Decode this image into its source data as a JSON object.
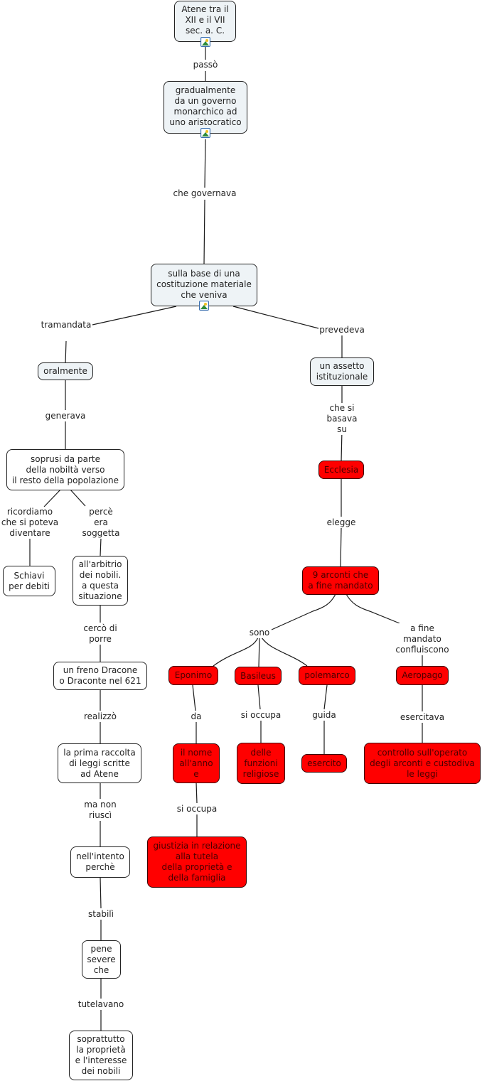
{
  "colors": {
    "concept_blue": "#eef3f6",
    "concept_white": "#ffffff",
    "concept_red": "#ff0000",
    "link_line": "#1a1a1a"
  },
  "nodes": {
    "atene": "Atene tra il\nXII e il VII\nsec. a. C.",
    "gradualmente": "gradualmente\nda un governo\nmonarchico ad\nuno aristocratico",
    "costituzione": "sulla base di una\ncostituzione materiale\nche veniva",
    "oralmente": "oralmente",
    "soprusi": "soprusi da parte\ndella nobiltà verso\nil resto della popolazione",
    "schiavi": "Schiavi\nper debiti",
    "arbitrio": "all'arbitrio\ndei nobili.\na questa\nsituazione",
    "freno": "un freno Dracone\no Draconte nel 621",
    "raccolta": "la prima raccolta\ndi leggi scritte\nad Atene",
    "intento": "nell'intento\nperchè",
    "pene": "pene\nsevere\nche",
    "soprattutto": "soprattutto\nla proprietà\ne l'interesse\ndei nobili",
    "assetto": "un assetto\nistituzionale",
    "ecclesia": "Ecclesia",
    "arconti": "9 arconti che\na fine mandato",
    "eponimo": "Eponimo",
    "basileus": "Basileus",
    "polemarco": "polemarco",
    "aeropago": "Aeropago",
    "nome_anno": "il nome\nall'anno\ne",
    "funzioni": "delle\nfunzioni\nreligiose",
    "esercito": "esercito",
    "controllo": "controllo sull'operato\ndegli arconti e custodiva\nle leggi",
    "giustizia": "giustizia in relazione\nalla tutela\ndella proprietà e\ndella famiglia"
  },
  "links": {
    "passo": "passò",
    "governava": "che governava",
    "tramandata": "tramandata",
    "prevedeva": "prevedeva",
    "generava": "generava",
    "ricordiamo": "ricordiamo\nche si poteva\ndiventare",
    "perce": "percè\nera\nsoggetta",
    "cerco": "cercò di\nporre",
    "realizzo": "realizzò",
    "manon": "ma non\nriuscì",
    "stabili": "stabilì",
    "tutelavano": "tutelavano",
    "basava": "che si\nbasava\nsu",
    "elegge": "elegge",
    "sono": "sono",
    "confluiscono": "a fine mandato\nconfluiscono",
    "da": "da",
    "si_occupa_1": "si occupa",
    "guida": "guida",
    "esercitava": "esercitava",
    "si_occupa_2": "si occupa"
  },
  "icons": [
    "image-attachment-icon",
    "image-attachment-icon",
    "image-attachment-icon"
  ]
}
